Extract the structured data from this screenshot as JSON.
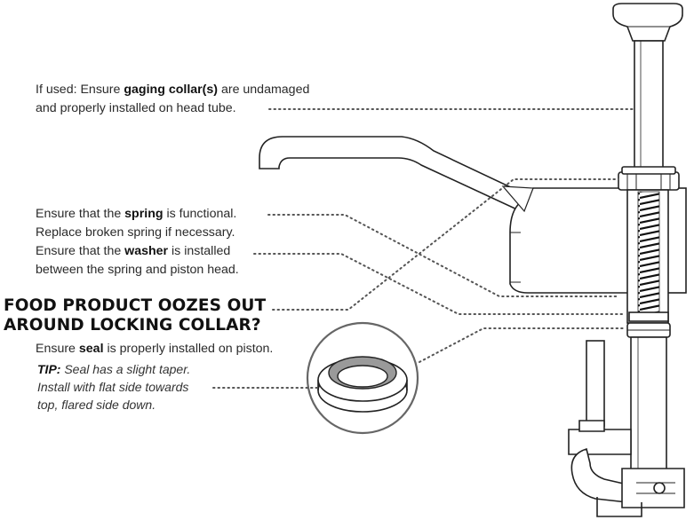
{
  "callouts": {
    "gaging_collar": {
      "line1_pre": "If used: Ensure ",
      "line1_bold": "gaging collar(s)",
      "line1_post": " are undamaged",
      "line2": "and properly installed on head tube."
    },
    "spring": {
      "line1_pre": "Ensure that the ",
      "line1_bold": "spring",
      "line1_post": " is functional.",
      "line2": "Replace broken spring if necessary."
    },
    "washer": {
      "line1_pre": "Ensure that the ",
      "line1_bold": "washer",
      "line1_post": " is installed",
      "line2": "between the spring and piston head."
    },
    "heading": {
      "line1": "FOOD PRODUCT OOZES OUT",
      "line2": "AROUND LOCKING COLLAR?"
    },
    "seal": {
      "pre": "Ensure ",
      "bold": "seal",
      "post": " is properly installed on piston."
    },
    "tip": {
      "label": "TIP:",
      "line1": " Seal has a slight taper.",
      "line2": "Install with flat side towards",
      "line3": "top, flared side down."
    }
  },
  "icons": [
    "pump-plunger-knob-icon",
    "spout-icon",
    "seal-ring-icon"
  ],
  "colors": {
    "line": "#222222",
    "leader": "#555555",
    "seal_gray": "#9a9a9a",
    "circle": "#666666"
  }
}
